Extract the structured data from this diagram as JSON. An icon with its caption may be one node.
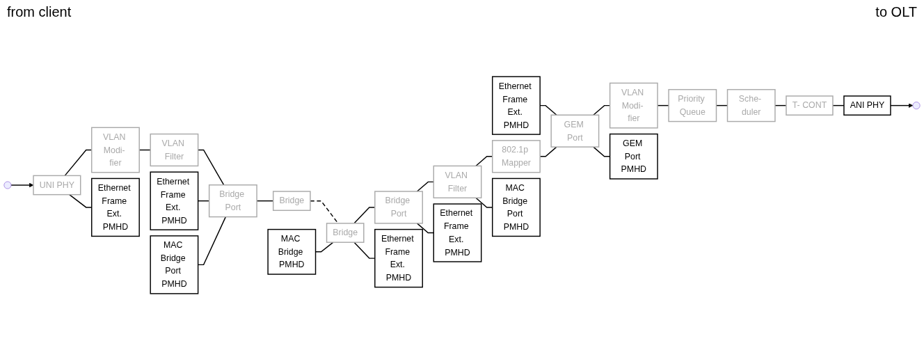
{
  "diagram": {
    "nodes": [
      {
        "text": [
          "Ethernet Frame Ext. PMHD"
        ]
      },
      {
        "text": [
          "MAC Bridge Port PMHD"
        ]
      },
      {
        "text": [
          "UNI PHY"
        ]
      },
      {
        "text": [
          "VLAN Modi- fier"
        ]
      },
      {
        "text": [
          "VLAN Filter"
        ]
      },
      {
        "text": [
          "Bridge Port"
        ]
      },
      {
        "text": [
          "Bridge"
        ]
      },
      {
        "text": [
          "Ethernet Frame Ext. PMHD"
        ]
      },
      {
        "text": [
          "Ethernet Frame Ext. PMHD"
        ]
      },
      {
        "text": [
          "Bridge"
        ]
      },
      {
        "text": [
          "Bridge Port"
        ]
      },
      {
        "text": [
          "VLAN Filter"
        ]
      },
      {
        "text": [
          "802.1p Mapper"
        ]
      },
      {
        "text": [
          "GEM Port"
        ]
      },
      {
        "text": [
          "VLAN Modi- fier"
        ]
      },
      {
        "text": [
          "Priority Queue"
        ]
      },
      {
        "text": [
          "Sche- duler"
        ]
      },
      {
        "text": [
          "T- CONT"
        ]
      },
      {
        "text": [
          "ANI PHY"
        ]
      },
      {
        "text": [
          "MAC Bridge PMHD"
        ]
      },
      {
        "text": [
          "Ethernet Frame Ext. PMHD"
        ]
      },
      {
        "text": [
          "Ethernet Frame Ext. PMHD"
        ]
      },
      {
        "text": [
          "MAC Bridge Port PMHD"
        ]
      },
      {
        "text": [
          "GEM Port PMHD"
        ]
      }
    ],
    "edges": [
      {
        "from": null,
        "to": 2,
        "arrow": "to"
      },
      {
        "from": 2,
        "to": 3,
        "arrow": "none"
      },
      {
        "from": 3,
        "to": 4,
        "arrow": "none"
      },
      {
        "from": 4,
        "to": 5,
        "arrow": "none"
      },
      {
        "from": 5,
        "to": 6,
        "arrow": "none"
      },
      {
        "from": 0,
        "to": 5,
        "arrow": "none"
      },
      {
        "from": 1,
        "to": 5,
        "arrow": "none"
      },
      {
        "from": 2,
        "to": 7,
        "arrow": "none"
      },
      {
        "from": 6,
        "to": 9,
        "arrow": "none",
        "style": "dashed"
      },
      {
        "from": 8,
        "to": 13,
        "arrow": "none"
      },
      {
        "from": 19,
        "to": 9,
        "arrow": "none"
      },
      {
        "from": 9,
        "to": 10,
        "arrow": "none"
      },
      {
        "from": 10,
        "to": 11,
        "arrow": "none"
      },
      {
        "from": 11,
        "to": 12,
        "arrow": "none"
      },
      {
        "from": 12,
        "to": 13,
        "arrow": "none"
      },
      {
        "from": 13,
        "to": 14,
        "arrow": "none"
      },
      {
        "from": 14,
        "to": 15,
        "arrow": "none"
      },
      {
        "from": 15,
        "to": 16,
        "arrow": "none"
      },
      {
        "from": 16,
        "to": 17,
        "arrow": "none"
      },
      {
        "from": 17,
        "to": 18,
        "arrow": "none"
      },
      {
        "from": 18,
        "to": null,
        "arrow": "to"
      },
      {
        "from": 9,
        "to": 20,
        "arrow": "none"
      },
      {
        "from": 10,
        "to": 21,
        "arrow": "none"
      },
      {
        "from": 11,
        "to": 22,
        "arrow": "none"
      },
      {
        "from": 13,
        "to": 23,
        "arrow": "none"
      }
    ],
    "labels": [
      "from client",
      "to OLT"
    ]
  }
}
